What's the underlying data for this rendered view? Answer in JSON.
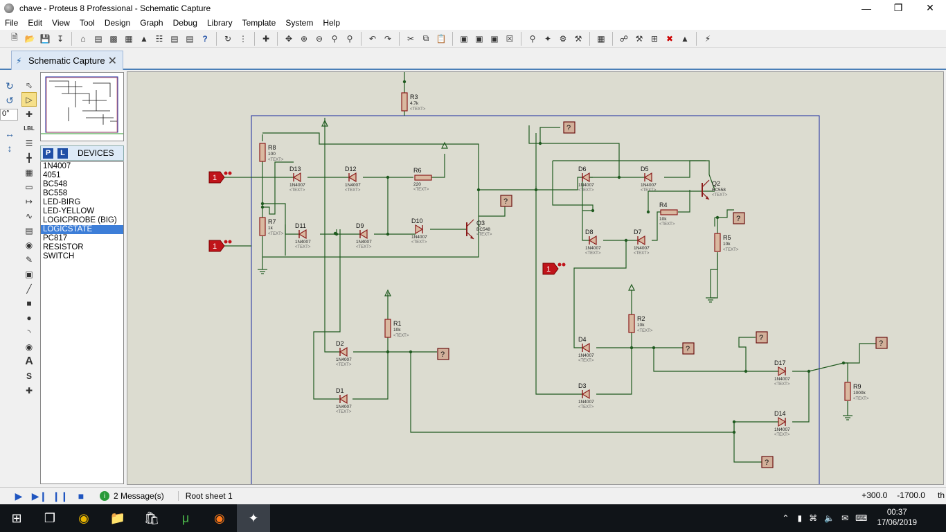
{
  "window": {
    "title": "chave - Proteus 8 Professional - Schematic Capture"
  },
  "menu": [
    "File",
    "Edit",
    "View",
    "Tool",
    "Design",
    "Graph",
    "Debug",
    "Library",
    "Template",
    "System",
    "Help"
  ],
  "tab": {
    "label": "Schematic Capture"
  },
  "angle": "0°",
  "devices": {
    "p_label": "P",
    "l_label": "L",
    "title": "DEVICES",
    "items": [
      "1N4007",
      "4051",
      "BC548",
      "BC558",
      "LED-BIRG",
      "LED-YELLOW",
      "LOGICPROBE (BIG)",
      "LOGICSTATE",
      "PC817",
      "RESISTOR",
      "SWITCH"
    ],
    "selected": "LOGICSTATE"
  },
  "schematic": {
    "resistors": [
      {
        "ref": "R3",
        "value": "4.7k",
        "text": "<TEXT>"
      },
      {
        "ref": "R8",
        "value": "100",
        "text": "<TEXT>"
      },
      {
        "ref": "R7",
        "value": "1k",
        "text": "<TEXT>"
      },
      {
        "ref": "R6",
        "value": "220",
        "text": "<TEXT>"
      },
      {
        "ref": "R4",
        "value": "10k",
        "text": "<TEXT>"
      },
      {
        "ref": "R5",
        "value": "10k",
        "text": "<TEXT>"
      },
      {
        "ref": "R1",
        "value": "10k",
        "text": "<TEXT>"
      },
      {
        "ref": "R2",
        "value": "10k",
        "text": "<TEXT>"
      },
      {
        "ref": "R9",
        "value": "1000k",
        "text": "<TEXT>"
      }
    ],
    "diodes": [
      {
        "ref": "D13",
        "value": "1N4007",
        "text": "<TEXT>"
      },
      {
        "ref": "D12",
        "value": "1N4007",
        "text": "<TEXT>"
      },
      {
        "ref": "D11",
        "value": "1N4007",
        "text": "<TEXT>"
      },
      {
        "ref": "D9",
        "value": "1N4007",
        "text": "<TEXT>"
      },
      {
        "ref": "D10",
        "value": "1N4007",
        "text": "<TEXT>"
      },
      {
        "ref": "D6",
        "value": "1N4007",
        "text": "<TEXT>"
      },
      {
        "ref": "D5",
        "value": "1N4007",
        "text": "<TEXT>"
      },
      {
        "ref": "D8",
        "value": "1N4007",
        "text": "<TEXT>"
      },
      {
        "ref": "D7",
        "value": "1N4007",
        "text": "<TEXT>"
      },
      {
        "ref": "D2",
        "value": "1N4007",
        "text": "<TEXT>"
      },
      {
        "ref": "D1",
        "value": "1N4007",
        "text": "<TEXT>"
      },
      {
        "ref": "D4",
        "value": "1N4007",
        "text": "<TEXT>"
      },
      {
        "ref": "D3",
        "value": "1N4007",
        "text": "<TEXT>"
      },
      {
        "ref": "D17",
        "value": "1N4007",
        "text": "<TEXT>"
      },
      {
        "ref": "D14",
        "value": "1N4007",
        "text": "<TEXT>"
      }
    ],
    "transistors": [
      {
        "ref": "Q3",
        "value": "BC548",
        "text": "<TEXT>"
      },
      {
        "ref": "Q2",
        "value": "BC558",
        "text": "<TEXT>"
      }
    ],
    "logic_state_value": "1",
    "probe_label": "?"
  },
  "status": {
    "messages": "2 Message(s)",
    "sheet": "Root sheet 1",
    "x": "+300.0",
    "y": "-1700.0",
    "unit": "th"
  },
  "taskbar": {
    "time": "00:37",
    "date": "17/06/2019"
  },
  "colors": {
    "accent": "#1f4fa6",
    "wire": "#1f5a1f",
    "part": "#8b1a1a",
    "frame": "#1a2aa0",
    "canvas": "#dcdcd0",
    "logicstate": "#c0141a"
  }
}
